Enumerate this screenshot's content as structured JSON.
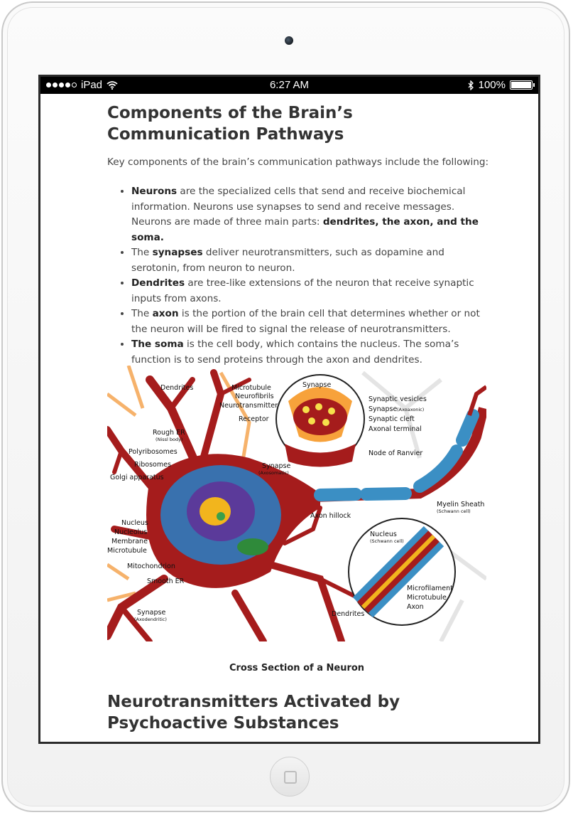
{
  "status_bar": {
    "carrier": "iPad",
    "time": "6:27 AM",
    "battery": "100%"
  },
  "article": {
    "heading": "Components of the Brain’s Communication Pathways",
    "intro": "Key components of the brain’s communication pathways include the following:",
    "bullets": [
      {
        "bold": "Neurons",
        "text": " are the specialized cells that send and receive biochemical information. Neurons use synapses to send and receive messages. Neurons are made of three main parts: ",
        "bold2": "dendrites, the axon, and the soma.",
        "tail": ""
      },
      {
        "pre": "The ",
        "bold": "synapses",
        "text": " deliver neurotransmitters, such as dopamine and serotonin, from neuron to neuron."
      },
      {
        "bold": "Dendrites",
        "text": " are tree-like extensions of the neuron that receive synaptic inputs from axons."
      },
      {
        "pre": "The ",
        "bold": "axon",
        "text": " is the portion of the brain cell that determines whether or not the neuron will be fired to signal the release of neurotransmitters."
      },
      {
        "bold": "The soma",
        "text": " is the cell body, which contains the nucleus. The soma’s function is to send proteins through the axon and dendrites."
      }
    ],
    "figure_caption": "Cross Section of a Neuron",
    "next_heading": "Neurotransmitters Activated by Psychoactive Substances"
  },
  "diagram_labels": {
    "dendrites_top": "Dendrites",
    "microtubule_top": "Microtubule",
    "neurofibrils": "Neurofibrils",
    "neurotransmitter": "Neurotransmitter",
    "receptor": "Receptor",
    "synapse_top": "Synapse",
    "synaptic_vesicles": "Synaptic vesicles",
    "synapse_axoaxonic": "Synapse",
    "axoaxonic_sub": "(Axoaxonic)",
    "synaptic_cleft": "Synaptic cleft",
    "axonal_terminal": "Axonal terminal",
    "rough_er": "Rough ER",
    "nissl_body": "(Nissl body)",
    "polyribosomes": "Polyribosomes",
    "ribosomes": "Ribosomes",
    "golgi": "Golgi apparatus",
    "synapse_axosomatic": "Synapse",
    "axosomatic_sub": "(Axosomatic)",
    "node_of_ranvier": "Node of Ranvier",
    "myelin_sheath": "Myelin Sheath",
    "schwann_cell": "(Schwann cell)",
    "axon_hillock": "Axon hillock",
    "nucleus": "Nucleus",
    "nucleolus": "Nucleolus",
    "membrane": "Membrane",
    "microtubule_left": "Microtubule",
    "mitochondrion": "Mitochondrion",
    "smooth_er": "Smooth ER",
    "synapse_axodendritic": "Synapse",
    "axodendritic_sub": "(Axodendritic)",
    "dendrites_bottom": "Dendrites",
    "nucleus_schwann": "Nucleus",
    "schwann_cell_2": "(Schwann cell)",
    "microfilament": "Microfilament",
    "microtubule_right": "Microtubule",
    "axon": "Axon"
  },
  "colors": {
    "neuron_red": "#a51c1c",
    "cell_blue": "#2e7bbf",
    "nucleus_purple": "#5b3a9a",
    "myelin_blue": "#3b8fc4",
    "synapse_orange": "#f7a23b"
  },
  "icons": [
    "wifi-icon",
    "bluetooth-icon",
    "battery-icon",
    "camera-icon",
    "home-button-icon"
  ]
}
